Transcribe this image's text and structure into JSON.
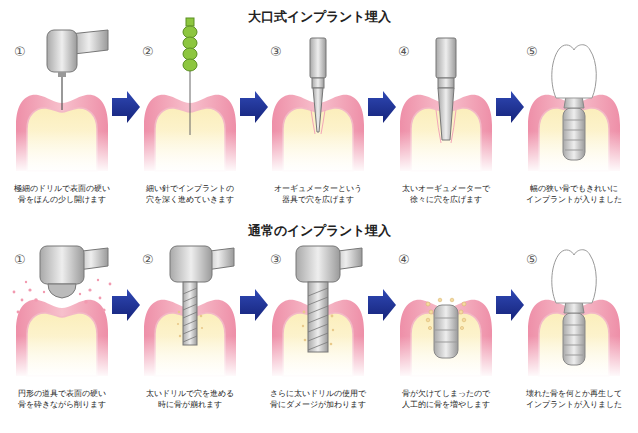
{
  "diagram": {
    "nodes": [
      {
        "text": [
          "①",
          "極細のドリルで表面の硬い 骨をほんの少し開けます"
        ]
      },
      {
        "text": [
          "②",
          "細い針でインプラントの 穴を深く進めていきます"
        ]
      },
      {
        "text": [
          "③",
          "オーギュメーターという 器具で穴を広げます"
        ]
      },
      {
        "text": [
          "④",
          "太いオーギュメーターで 徐々に穴を広げます"
        ]
      },
      {
        "text": [
          "⑤",
          "幅の狭い骨でもきれいに インプラントが入りました"
        ]
      },
      {
        "text": [
          "①",
          "円形の道具で表面の硬い 骨を砕きながら削ります"
        ]
      },
      {
        "text": [
          "②",
          "太いドリルで穴を進める 時に骨が崩れます"
        ]
      },
      {
        "text": [
          "③",
          "さらに太いドリルの使用で 骨にダメージが加わります"
        ]
      },
      {
        "text": [
          "④",
          "骨が欠けてしまったので 人工的に骨を増やします"
        ]
      },
      {
        "text": [
          "⑤",
          "壊れた骨を何とか再生して インプラントが入りました"
        ]
      }
    ],
    "edges": [
      {
        "from": 0,
        "to": 1,
        "arrow": "to"
      },
      {
        "from": 1,
        "to": 2,
        "arrow": "to"
      },
      {
        "from": 2,
        "to": 3,
        "arrow": "to"
      },
      {
        "from": 3,
        "to": 4,
        "arrow": "to"
      },
      {
        "from": 5,
        "to": 6,
        "arrow": "to"
      },
      {
        "from": 6,
        "to": 7,
        "arrow": "to"
      },
      {
        "from": 7,
        "to": 8,
        "arrow": "to"
      },
      {
        "from": 8,
        "to": 9,
        "arrow": "to"
      }
    ],
    "labels": [
      "大口式インプラント埋入",
      "通常のインプラント埋入"
    ]
  }
}
